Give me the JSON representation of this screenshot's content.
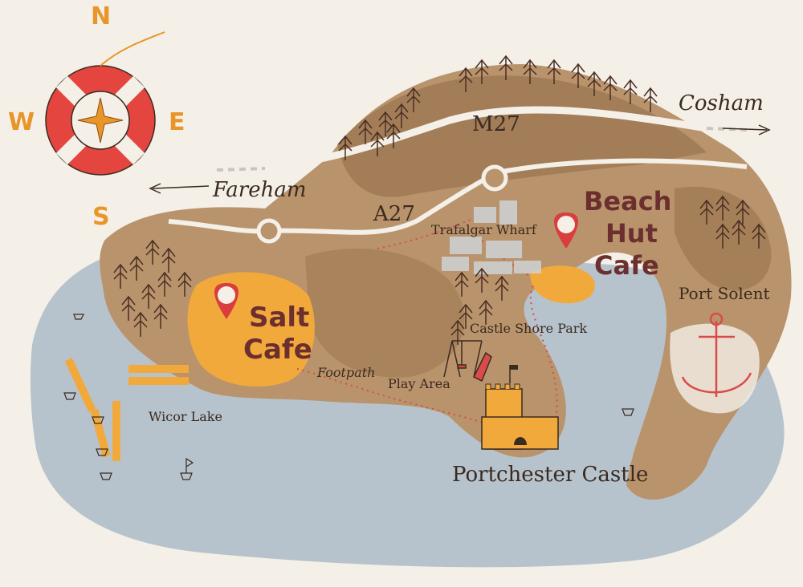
{
  "compass": {
    "north": "N",
    "south": "S",
    "east": "E",
    "west": "W"
  },
  "roads": {
    "m27": "M27",
    "a27": "A27"
  },
  "destinations": {
    "cosham": "Cosham",
    "fareham": "Fareham"
  },
  "cafes": {
    "salt": {
      "line1": "Salt",
      "line2": "Cafe"
    },
    "beach_hut": {
      "line1": "Beach",
      "line2": "Hut",
      "line3": "Cafe"
    }
  },
  "places": {
    "trafalgar_wharf": "Trafalgar Wharf",
    "castle_shore_park": "Castle Shore Park",
    "port_solent": "Port Solent",
    "play_area": "Play Area",
    "footpath": "Footpath",
    "wicor_lake": "Wicor Lake",
    "portchester_castle": "Portchester Castle"
  },
  "colors": {
    "background": "#f4f0e8",
    "land": "#b9936b",
    "land_dark": "#9b7650",
    "water": "#b7c3cc",
    "cafe_area": "#f2a93b",
    "cafe_text": "#6b2f2f",
    "pin": "#d93d3d",
    "compass_orange": "#e8962a"
  }
}
